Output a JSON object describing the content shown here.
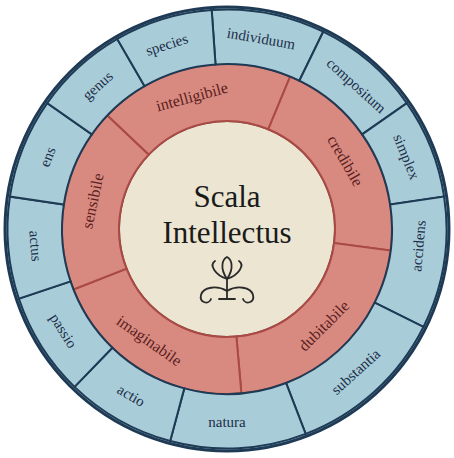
{
  "diagram": {
    "nodes": [
      {
        "text": [
          "Scala Intellectus"
        ]
      },
      {
        "text": [
          "intelligibile"
        ]
      },
      {
        "text": [
          "credibile"
        ]
      },
      {
        "text": [
          "dubitabile"
        ]
      },
      {
        "text": [
          "imaginabile"
        ]
      },
      {
        "text": [
          "sensibile"
        ]
      },
      {
        "text": [
          "individuum"
        ]
      },
      {
        "text": [
          "compositum"
        ]
      },
      {
        "text": [
          "simplex"
        ]
      },
      {
        "text": [
          "accidens"
        ]
      },
      {
        "text": [
          "substantia"
        ]
      },
      {
        "text": [
          "natura"
        ]
      },
      {
        "text": [
          "actio"
        ]
      },
      {
        "text": [
          "passio"
        ]
      },
      {
        "text": [
          "actus"
        ]
      },
      {
        "text": [
          "ens"
        ]
      },
      {
        "text": [
          "genus"
        ]
      },
      {
        "text": [
          "species"
        ]
      }
    ]
  }
}
